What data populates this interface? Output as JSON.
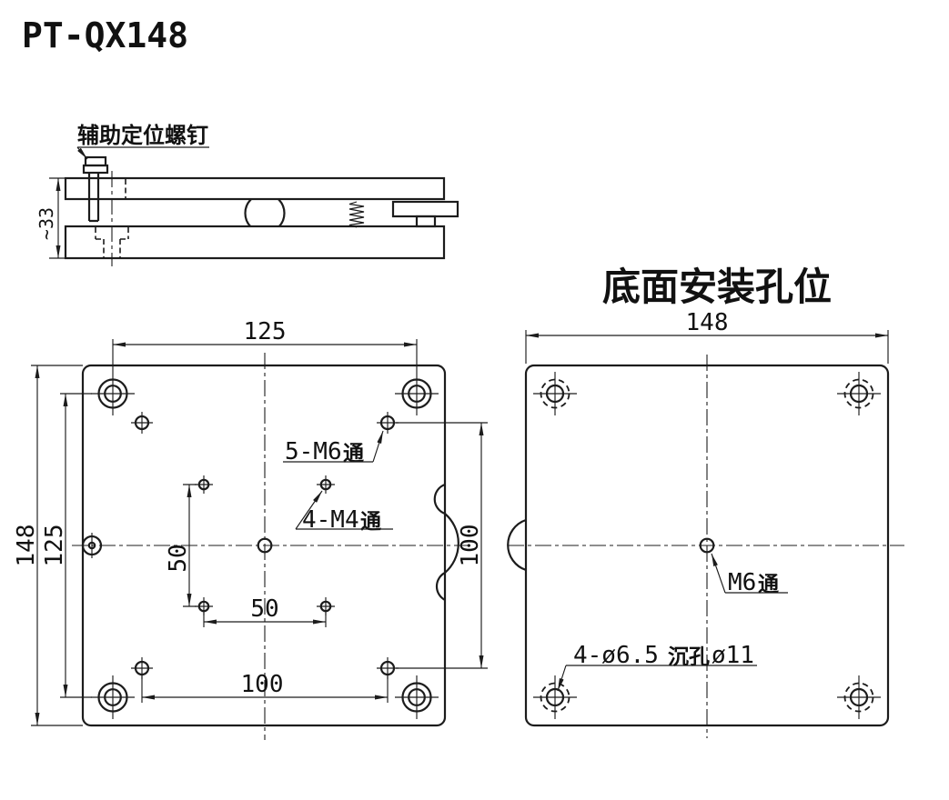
{
  "page": {
    "background": "#ffffff",
    "line_color": "#1c1c1c"
  },
  "title": "PT-QX148",
  "side_view": {
    "screw_label": "辅助定位螺钉",
    "height_dim": "~33"
  },
  "top_view": {
    "dim_top_width": "125",
    "dim_left_outer": "148",
    "dim_left_inner": "125",
    "dim_right_height": "100",
    "dim_inner_vertical": "50",
    "dim_inner_horizontal": "50",
    "dim_bottom_width": "100",
    "label_m6_prefix": "5-M6",
    "label_m6_suffix": "通",
    "label_m4_prefix": "4-M4",
    "label_m4_suffix": "通"
  },
  "bottom_view": {
    "heading": "底面安装孔位",
    "dim_top_width": "148",
    "label_center_prefix": "M6",
    "label_center_suffix": "通",
    "label_cb_part1": "4-ø6.5",
    "label_cb_part2": "沉孔",
    "label_cb_part3": "ø11"
  }
}
